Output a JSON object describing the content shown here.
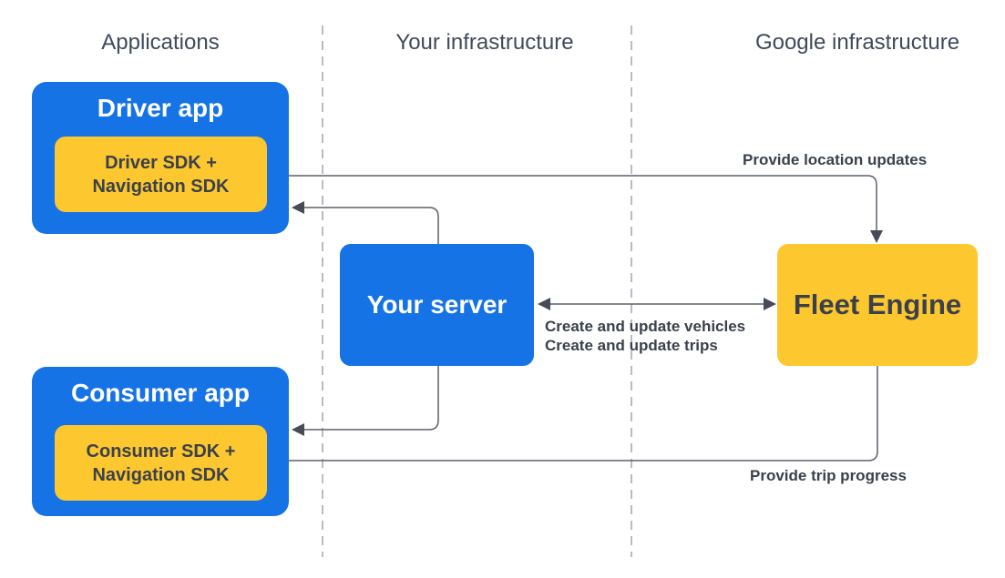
{
  "columns": [
    {
      "label": "Applications"
    },
    {
      "label": "Your infrastructure"
    },
    {
      "label": "Google infrastructure"
    }
  ],
  "nodes": {
    "driver_app": {
      "title": "Driver app",
      "sdk_line1": "Driver SDK +",
      "sdk_line2": "Navigation SDK"
    },
    "your_server": {
      "title": "Your server"
    },
    "fleet_engine": {
      "title": "Fleet Engine"
    },
    "consumer_app": {
      "title": "Consumer app",
      "sdk_line1": "Consumer SDK +",
      "sdk_line2": "Navigation SDK"
    }
  },
  "edges": {
    "location_updates": {
      "label": "Provide location updates",
      "from": "Driver SDK + Navigation SDK",
      "to": "Fleet Engine",
      "direction": "one-way"
    },
    "server_to_driver_app": {
      "label": "",
      "from": "Your server",
      "to": "Driver app",
      "direction": "one-way"
    },
    "server_to_consumer_app": {
      "label": "",
      "from": "Your server",
      "to": "Consumer app",
      "direction": "one-way"
    },
    "vehicles_trips": {
      "labels": [
        "Create and update vehicles",
        "Create and update trips"
      ],
      "from": "Your server",
      "to": "Fleet Engine",
      "direction": "two-way"
    },
    "trip_progress": {
      "label": "Provide trip progress",
      "from": "Fleet Engine",
      "to": "Consumer SDK + Navigation SDK",
      "direction": "one-way"
    }
  },
  "colors": {
    "blue": "#1673E6",
    "yellow": "#FDC72F",
    "dark_text": "#3A414B",
    "header_text": "#3F4A5B",
    "line": "#5C6169",
    "arrowhead": "#464C55",
    "divider": "#A0A5AD",
    "background": "#FFFFFF"
  }
}
